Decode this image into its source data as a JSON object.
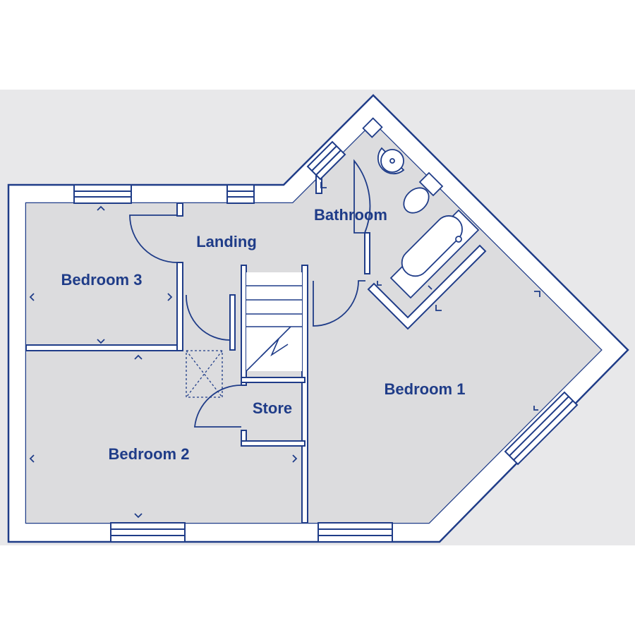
{
  "rooms": {
    "landing": "Landing",
    "bathroom": "Bathroom",
    "bedroom_3": "Bedroom 3",
    "bedroom_1": "Bedroom 1",
    "store": "Store",
    "bedroom_2": "Bedroom 2"
  },
  "colors": {
    "wall": "#1f3c88",
    "floor": "#dcdcde",
    "background": "#e8e8ea"
  }
}
